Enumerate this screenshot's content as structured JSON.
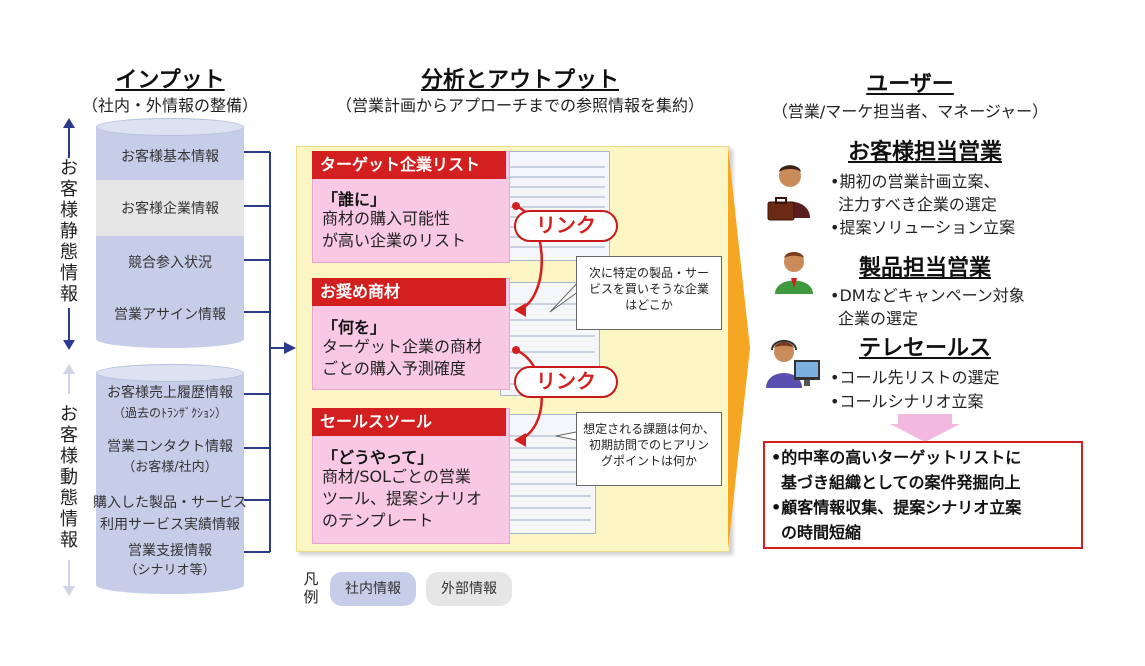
{
  "input": {
    "title": "インプット",
    "subtitle": "（社内・外情報の整備）",
    "static_label": "お客様静態情報",
    "dynamic_label": "お客様動態情報",
    "items": [
      {
        "label": "お客様基本情報",
        "type": "internal"
      },
      {
        "label": "お客様企業情報",
        "type": "external"
      },
      {
        "label": "競合参入状況",
        "type": "internal"
      },
      {
        "label": "営業アサイン情報",
        "type": "internal"
      },
      {
        "label": "お客様売上履歴情報",
        "sub": "（過去のﾄﾗﾝｻﾞｸｼｮﾝ）",
        "type": "internal"
      },
      {
        "label": "営業コンタクト情報",
        "sub": "（お客様/社内）",
        "type": "internal"
      },
      {
        "label": "購入した製品・サービス",
        "sub": "利用サービス実績情報",
        "type": "internal"
      },
      {
        "label": "営業支援情報",
        "sub": "（シナリオ等）",
        "type": "internal"
      }
    ]
  },
  "analysis": {
    "title": "分析とアウトプット",
    "subtitle": "（営業計画からアプローチまでの参照情報を集約）",
    "cards": [
      {
        "header": "ターゲット企業リスト",
        "key": "「誰に」",
        "desc": [
          "商材の購入可能性",
          "が高い企業のリスト"
        ]
      },
      {
        "header": "お奨め商材",
        "key": "「何を」",
        "desc": [
          "ターゲット企業の商材",
          "ごとの購入予測確度"
        ]
      },
      {
        "header": "セールスツール",
        "key": "「どうやって」",
        "desc": [
          "商材/SOLごとの営業",
          "ツール、提案シナリオ",
          "のテンプレート"
        ]
      }
    ],
    "link_label": "リンク",
    "callouts": [
      [
        "次に特定の製品・サー",
        "ビスを買いそうな企業",
        "はどこか"
      ],
      [
        "想定される課題は何か、",
        "初期訪問でのヒアリン",
        "グポイントは何か"
      ]
    ]
  },
  "legend": {
    "title": "凡例",
    "internal": "社内情報",
    "external": "外部情報"
  },
  "users": {
    "title": "ユーザー",
    "subtitle": "（営業/マーケ担当者、マネージャー）",
    "groups": [
      {
        "name": "お客様担当営業",
        "lines": [
          "•期初の営業計画立案、",
          "注力すべき企業の選定",
          "•提案ソリューション立案"
        ]
      },
      {
        "name": "製品担当営業",
        "lines": [
          "•DMなどキャンペーン対象",
          "企業の選定"
        ]
      },
      {
        "name": "テレセールス",
        "lines": [
          "•コール先リストの選定",
          "•コールシナリオ立案"
        ]
      }
    ]
  },
  "result": {
    "lines": [
      "•的中率の高いターゲットリストに",
      "基づき組織としての案件発掘向上",
      "•顧客情報収集、提案シナリオ立案",
      "の時間短縮"
    ]
  },
  "colors": {
    "accent_red": "#d31f1f",
    "card_pink": "#f9c8e4",
    "panel_yellow": "#fbf6c3",
    "arrow_orange": "#f5a623",
    "connector_navy": "#2b3a8c",
    "cylinder_internal": "#c6cde8",
    "cylinder_external": "#e6e6e6"
  }
}
